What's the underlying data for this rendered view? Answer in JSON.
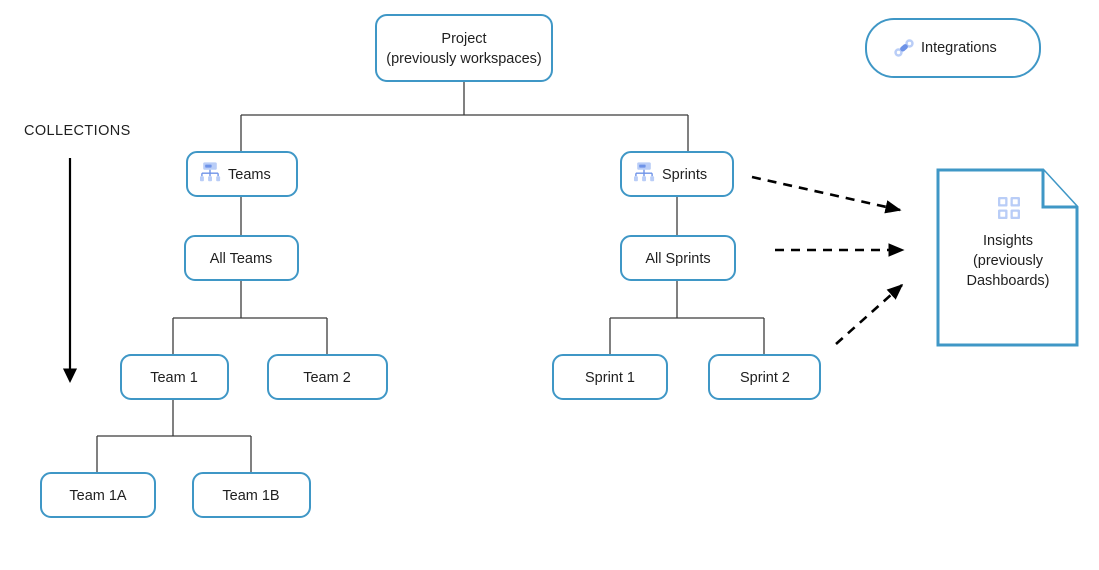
{
  "diagram": {
    "title": "Project hierarchy diagram",
    "background_color": "#ffffff",
    "box_border_color": "#3f97c6",
    "connector_color": "#3b3b3b",
    "arrow_color": "#000000",
    "icon_color": "#6e93e8",
    "text_color": "#1f1f1f"
  },
  "side_label": {
    "text": "COLLECTIONS"
  },
  "nodes": {
    "project": {
      "line1": "Project",
      "line2": "(previously workspaces)"
    },
    "integrations": {
      "label": "Integrations",
      "icon": "link-icon"
    },
    "teams": {
      "label": "Teams",
      "icon": "org-chart-icon"
    },
    "sprints": {
      "label": "Sprints",
      "icon": "org-chart-icon"
    },
    "all_teams": {
      "label": "All Teams"
    },
    "all_sprints": {
      "label": "All Sprints"
    },
    "team_1": {
      "label": "Team 1"
    },
    "team_2": {
      "label": "Team 2"
    },
    "sprint_1": {
      "label": "Sprint 1"
    },
    "sprint_2": {
      "label": "Sprint 2"
    },
    "team_1a": {
      "label": "Team 1A"
    },
    "team_1b": {
      "label": "Team 1B"
    },
    "insights": {
      "line1": "Insights",
      "line2": "(previously",
      "line3": "Dashboards)",
      "icon": "grid-2x2-icon"
    }
  }
}
